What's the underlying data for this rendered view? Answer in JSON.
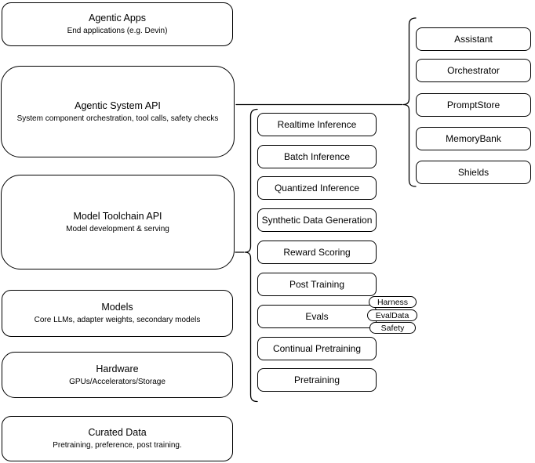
{
  "left_stack": [
    {
      "title": "Agentic Apps",
      "subtitle": "End applications (e.g. Devin)"
    },
    {
      "title": "Agentic System API",
      "subtitle": "System component orchestration, tool calls, safety checks"
    },
    {
      "title": "Model Toolchain API",
      "subtitle": "Model development & serving"
    },
    {
      "title": "Models",
      "subtitle": "Core LLMs, adapter weights, secondary models"
    },
    {
      "title": "Hardware",
      "subtitle": "GPUs/Accelerators/Storage"
    },
    {
      "title": "Curated Data",
      "subtitle": "Pretraining, preference, post training."
    }
  ],
  "toolchain_services": {
    "items": [
      "Realtime Inference",
      "Batch Inference",
      "Quantized Inference",
      "Synthetic Data Generation",
      "Reward Scoring",
      "Post Training",
      "Evals",
      "Continual Pretraining",
      "Pretraining"
    ]
  },
  "eval_tags": {
    "items": [
      "Harness",
      "EvalData",
      "Safety"
    ]
  },
  "system_components": {
    "items": [
      "Assistant",
      "Orchestrator",
      "PromptStore",
      "MemoryBank",
      "Shields"
    ]
  },
  "colors": {
    "stroke": "#000000",
    "fill": "#ffffff",
    "text": "#000000"
  }
}
